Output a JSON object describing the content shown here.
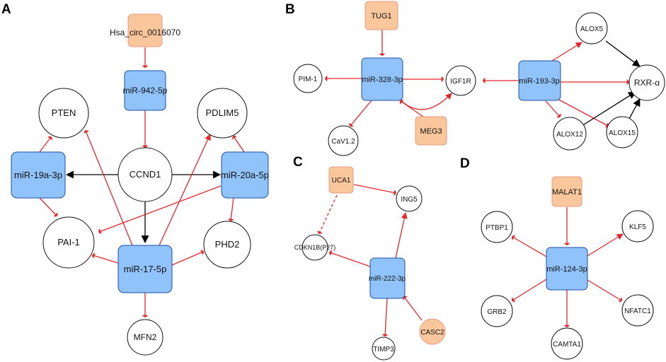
{
  "panels": {
    "a": "A",
    "b": "B",
    "c": "C",
    "d": "D"
  },
  "colors": {
    "mirna_fill": "#90c3f9",
    "mirna_stroke": "#1f4fa8",
    "lnc_fill": "#f9c79b",
    "lnc_stroke": "#e79b86",
    "edge_red": "#e5262b",
    "edge_black": "#000000"
  },
  "nodes": {
    "a_circ": "Hsa_circ_0016070",
    "a_mir942": "miR-942-5p",
    "a_pten": "PTEN",
    "a_pdlim5": "PDLIM5",
    "a_mir19a": "miR-19a-3p",
    "a_ccnd1": "CCND1",
    "a_mir20a": "miR-20a-5p",
    "a_pai1": "PAI-1",
    "a_phd2": "PHD2",
    "a_mir17": "miR-17-5p",
    "a_mfn2": "MFN2",
    "b_tug1": "TUG1",
    "b_pim1": "PIM-1",
    "b_mir328": "miR-328-3p",
    "b_igf1r": "IGF1R",
    "b_mir193": "miR-193-3p",
    "b_alox5": "ALOX5",
    "b_rxra": "RXR-α",
    "b_cav12": "CaV1.2",
    "b_meg3": "MEG3",
    "b_alox12": "ALOX12",
    "b_alox15": "ALOX15",
    "c_uca1": "UCA1",
    "c_ing5": "ING5",
    "c_cdkn1b": "CDKN1B(P27)",
    "c_mir222": "miR-222-3p",
    "c_casc2": "CASC2",
    "c_timp3": "TIMP3",
    "d_malat1": "MALAT1",
    "d_ptbp1": "PTBP1",
    "d_klf5": "KLF5",
    "d_mir124": "miR-124-3p",
    "d_grb2": "GRB2",
    "d_nfatc1": "NFATC1",
    "d_camta1": "CAMTA1"
  }
}
